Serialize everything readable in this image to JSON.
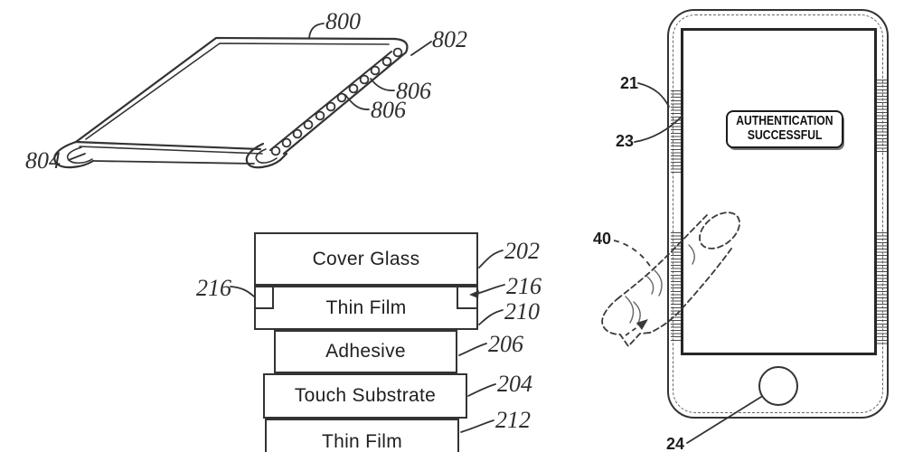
{
  "figure_sheet": {
    "ref_800": "800",
    "ref_802": "802",
    "ref_806_upper": "806",
    "ref_806_lower": "806",
    "ref_804": "804"
  },
  "figure_stack": {
    "layers": [
      {
        "label": "Cover Glass",
        "ref": "202"
      },
      {
        "label": "Thin Film",
        "ref": "210"
      },
      {
        "label": "Adhesive",
        "ref": "206"
      },
      {
        "label": "Touch Substrate",
        "ref": "204"
      },
      {
        "label": "Thin Film",
        "ref": "212"
      }
    ],
    "ref_216_left": "216",
    "ref_216_right": "216"
  },
  "figure_phone": {
    "status_message": {
      "line1": "AUTHENTICATION",
      "line2": "SUCCESSFUL"
    },
    "ref_21": "21",
    "ref_23": "23",
    "ref_40": "40",
    "ref_24": "24"
  },
  "colors": {
    "ink": "#333333",
    "background": "#ffffff"
  }
}
